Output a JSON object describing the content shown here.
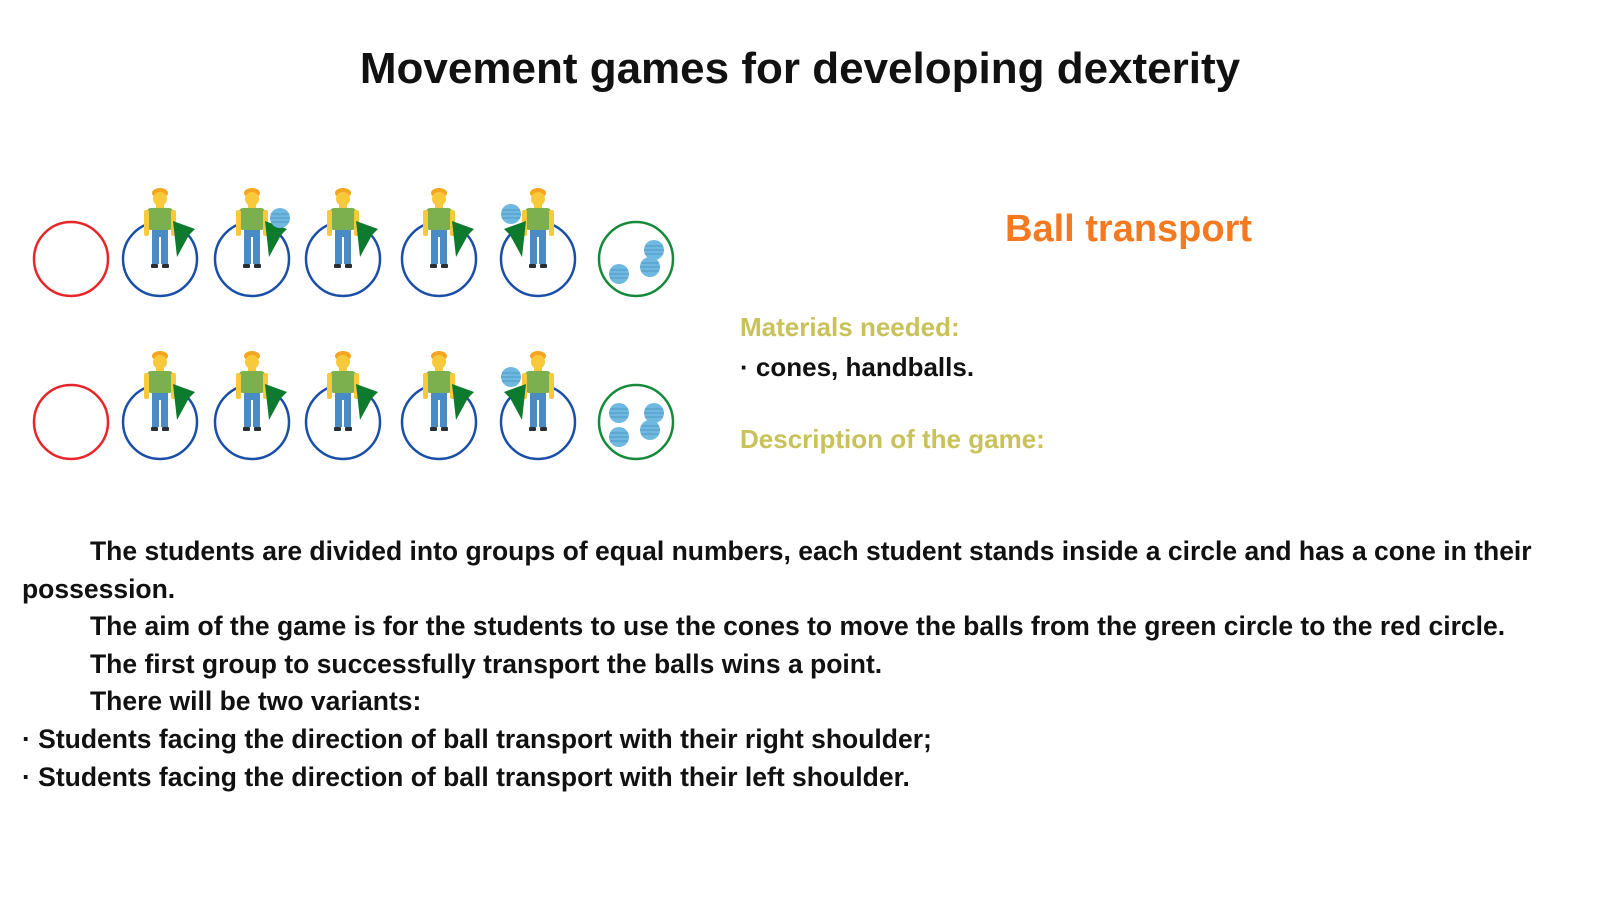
{
  "title": "Movement games for developing dexterity",
  "game_title": "Ball transport",
  "materials": {
    "label": "Materials needed:",
    "items": "· cones, handballs."
  },
  "description_label": "Description of the game:",
  "paragraphs": [
    "The students are divided into groups of equal numbers, each student stands inside a circle and has a cone in their possession.",
    "The aim of the game is for the students to use the cones to move the balls from the green circle to the red circle.",
    "The first group to successfully transport the balls wins a point.",
    "There will be two variants:"
  ],
  "bullets": [
    "· Students facing the direction of ball transport with their right shoulder;",
    "· Students facing the direction of ball transport with their left shoulder."
  ],
  "colors": {
    "target_circle": "#e8262a",
    "student_circle": "#1a4fa8",
    "source_circle": "#148a3a",
    "title_accent": "#f47a22",
    "label": "#c9c25a",
    "cone": "#0e7a2e",
    "ball": "#6fb8e0"
  },
  "rows": [
    {
      "students": [
        "cone",
        "cone-ball",
        "cone",
        "cone",
        "cone-ball-left"
      ],
      "balls_in_source": 3
    },
    {
      "students": [
        "cone",
        "cone",
        "cone",
        "cone",
        "cone-ball-left"
      ],
      "balls_in_source": 4
    }
  ]
}
